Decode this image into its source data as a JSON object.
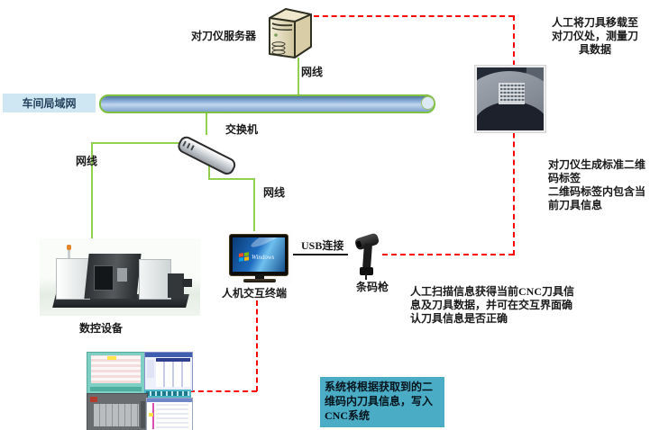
{
  "labels": {
    "server": "对刀仪服务器",
    "lan": "车间局域网",
    "switch": "交换机",
    "cnc": "数控设备",
    "hmi": "人机交互终端",
    "scanner": "条码枪",
    "cable_server": "网线",
    "cable_cnc": "网线",
    "cable_hmi": "网线",
    "usb": "USB连接",
    "monitor_wallpaper": "Windows"
  },
  "annotations": {
    "measure": "人工将刀具移载至\n对刀仪处，测量刀\n具数据",
    "qr_label": "对刀仪生成标准二维\n码标签\n二维码标签内包含当\n前刀具信息",
    "scan": "人工扫描信息获得当前CNC刀具信\n息及刀具数据，并可在交互界面确\n认刀具信息是否正确",
    "write_cnc": "系统将根据获取到的二\n维码内刀具信息，写入\nCNC系统"
  },
  "icons": {
    "server": "server-tower-icon",
    "switch": "network-switch-icon",
    "hmi": "monitor-icon",
    "scanner": "barcode-scanner-icon",
    "tool": "tool-datamatrix-photo",
    "cnc": "cnc-machine-photo",
    "software": "software-screenshot-collage"
  },
  "colors": {
    "cable_green": "#92d050",
    "flow_red": "#ff0000",
    "lan_bar_border": "#7fc041",
    "lan_bar_fill": "#8fb3dc",
    "lan_label_bg": "#cfe6f3",
    "callout_bg": "#4bacc6"
  }
}
